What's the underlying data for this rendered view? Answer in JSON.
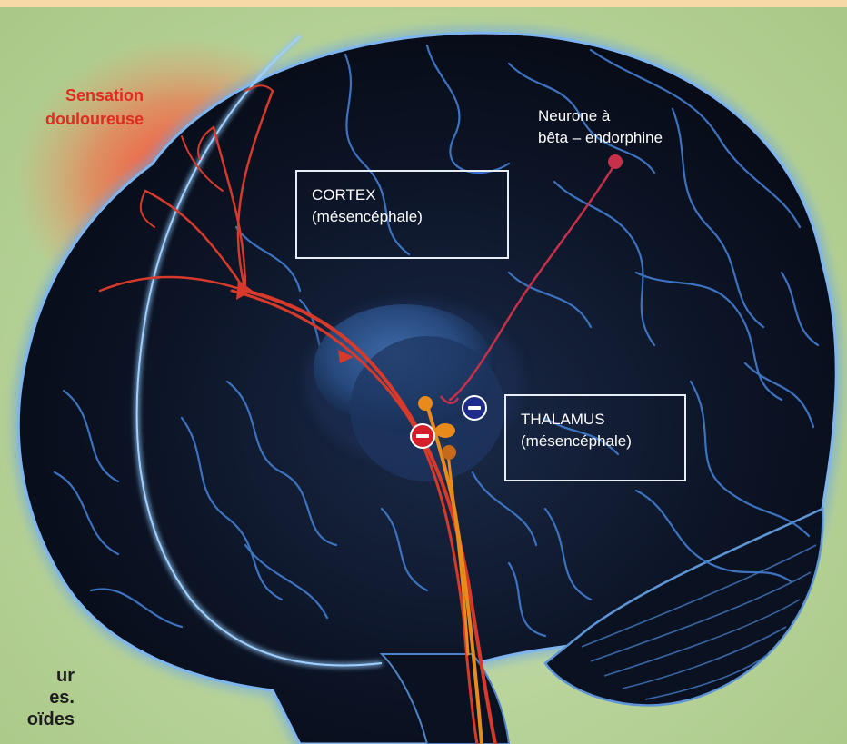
{
  "labels": {
    "pain": [
      "Sensation",
      "douloureuse"
    ],
    "neuron": [
      "Neurone à",
      "bêta – endorphine"
    ],
    "cortex": {
      "name": "CORTEX",
      "sub": "(mésencéphale)"
    },
    "thalamus": {
      "name": "THALAMUS",
      "sub": "(mésencéphale)"
    }
  },
  "signs": {
    "red": "−",
    "blue": "−"
  },
  "caption": [
    "ur",
    "es.",
    "oïdes"
  ],
  "colors": {
    "background": "#b8d39a",
    "brain": "#0d1424",
    "vessels": "#3f78c8",
    "pain_pathway": "#d73a2a",
    "endorphin_neuron": "#c63048",
    "opioid_neuron": "#e98a1c",
    "pain_glow": "#ff3b2f",
    "inhibition_red": "#d41f2a",
    "inhibition_blue": "#1f2c8c"
  },
  "icons": {
    "red_sign": "minus-circle-icon",
    "blue_sign": "minus-circle-icon"
  }
}
